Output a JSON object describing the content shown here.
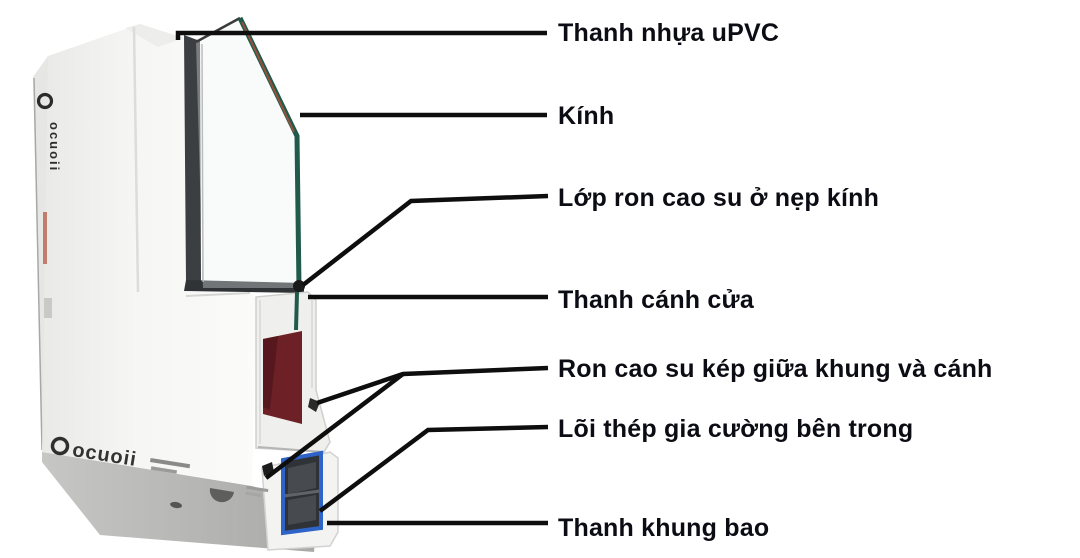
{
  "diagram": {
    "type": "annotated-product-illustration",
    "labels": [
      {
        "id": "upvc-bar",
        "text": "Thanh nhựa uPVC"
      },
      {
        "id": "glass",
        "text": "Kính"
      },
      {
        "id": "glazing-bead-gasket",
        "text": "Lớp ron cao su ở nẹp kính"
      },
      {
        "id": "sash-bar",
        "text": "Thanh cánh cửa"
      },
      {
        "id": "double-gasket",
        "text": "Ron cao su kép giữa khung và cánh"
      },
      {
        "id": "steel-core",
        "text": "Lõi thép gia cường bên trong"
      },
      {
        "id": "frame-bar",
        "text": "Thanh khung bao"
      }
    ],
    "brand": {
      "logo_text": "ocuoii"
    },
    "colors": {
      "label_text": "#0c0c14",
      "leader_line": "#0e0e0e",
      "profile_white": "#f4f4f2",
      "profile_side": "#e6e6e4",
      "underside_gray": "#b9b9b7",
      "glazing_channel": "#3b3f42",
      "glass_edge_green": "#1f5a4a",
      "glass_edge_red": "#96503c",
      "sash_chamber_red": "#6d2127",
      "steel_outline_blue": "#2e63c8",
      "steel_fill": "#2f3338"
    }
  }
}
